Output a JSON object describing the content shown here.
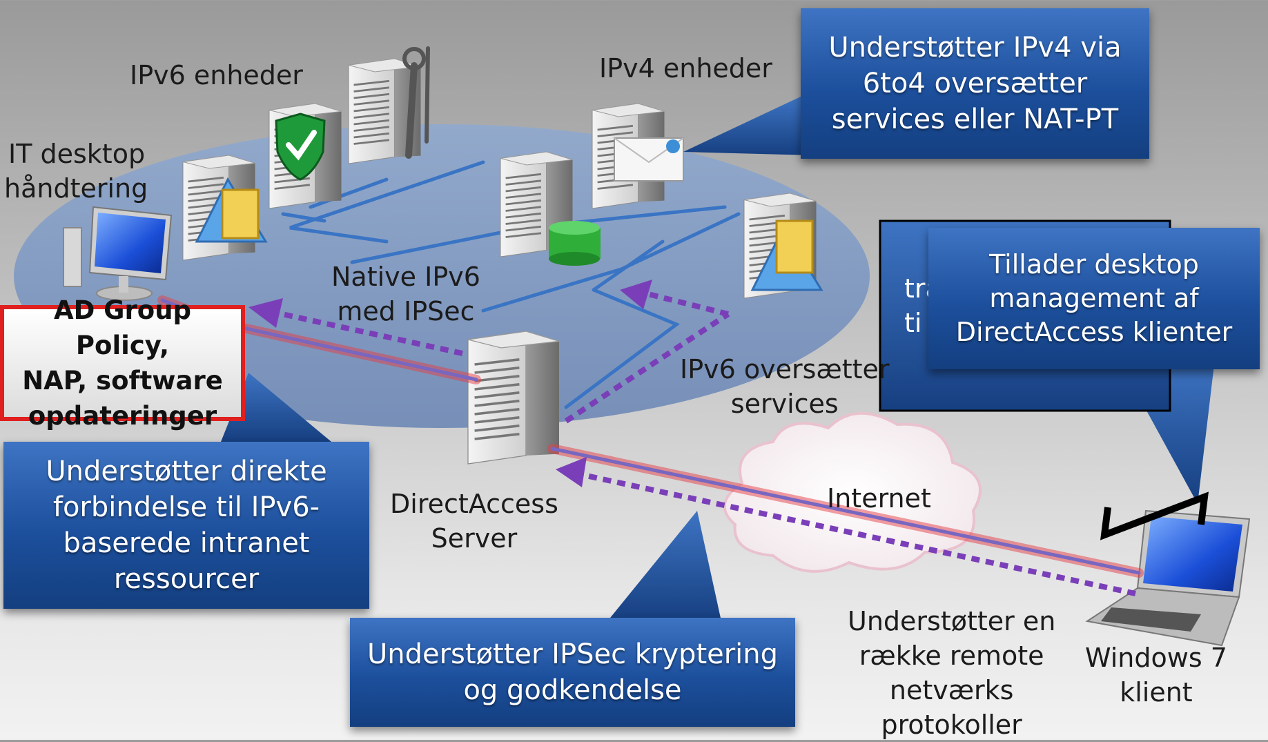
{
  "labels": {
    "ipv6_devices": "IPv6 enheder",
    "ipv4_devices": "IPv4 enheder",
    "it_desktop": [
      "IT desktop",
      "håndtering"
    ],
    "native_ipv6": [
      "Native IPv6",
      "med IPSec"
    ],
    "ipv6_translation": [
      "IPv6 oversætter",
      "services"
    ],
    "directaccess_server": [
      "DirectAccess",
      "Server"
    ],
    "internet": "Internet",
    "remote_protocols": [
      "Understøtter en",
      "række remote",
      "netværks",
      "protokoller"
    ],
    "windows7": [
      "Windows 7",
      "klient"
    ],
    "partial_hidden": [
      "tra",
      "ti"
    ]
  },
  "callouts": {
    "ipv4_support": [
      "Understøtter IPv4 via",
      "6to4 oversætter",
      "services eller NAT-PT"
    ],
    "desktop_mgmt": [
      "Tillader desktop",
      "management af",
      "DirectAccess klienter"
    ],
    "ad_group_policy": [
      "AD Group Policy,",
      "NAP, software",
      "opdateringer"
    ],
    "direct_connection": [
      "Understøtter direkte",
      "forbindelse til IPv6-",
      "baserede intranet",
      "ressourcer"
    ],
    "ipsec": [
      "Understøtter IPSec kryptering",
      "og godkendelse"
    ]
  },
  "colors": {
    "callout_blue": "#1c4f9c",
    "highlight_red": "#e0201f",
    "tunnel_purple": "#7a3fb8",
    "network_line": "#3a74c4"
  }
}
